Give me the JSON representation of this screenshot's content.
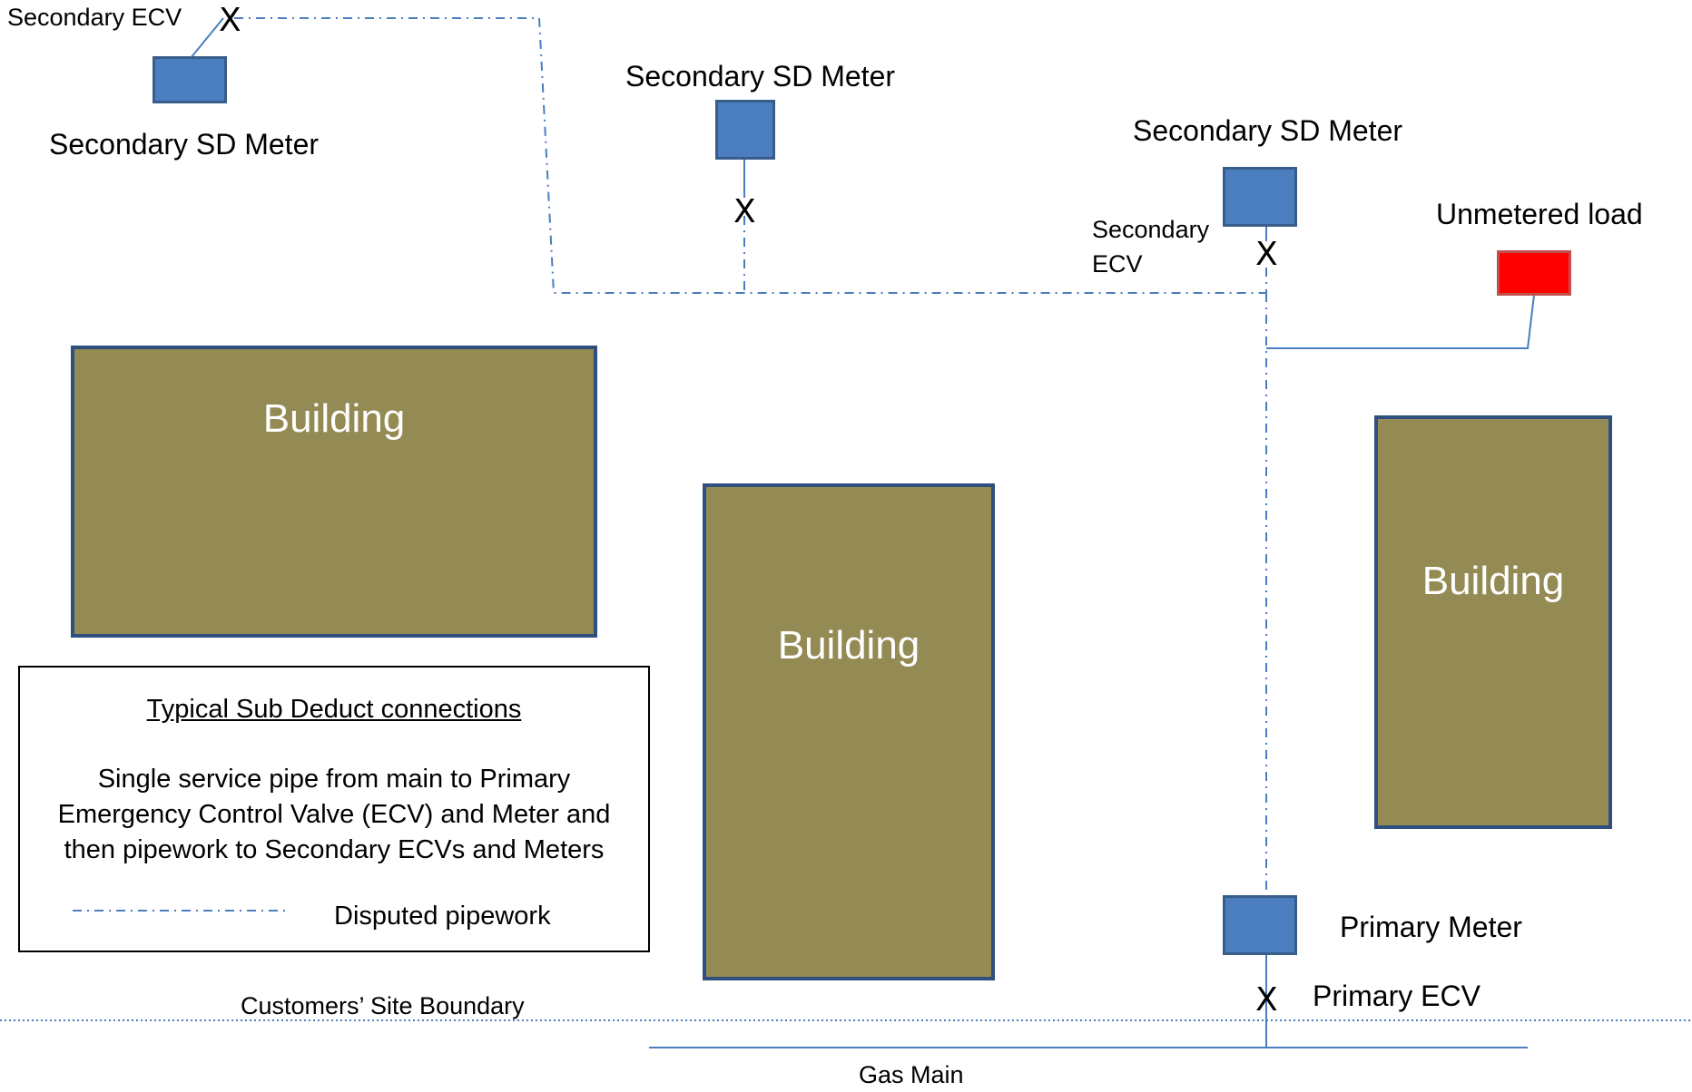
{
  "diagram": {
    "labels": {
      "top_left_ecv": "Secondary ECV",
      "top_left_meter": "Secondary SD Meter",
      "middle_meter": "Secondary SD Meter",
      "right_meter": "Secondary SD Meter",
      "right_ecv": "Secondary\nECV",
      "unmetered_load": "Unmetered load",
      "primary_meter": "Primary Meter",
      "primary_ecv": "Primary ECV",
      "site_boundary": "Customers’ Site Boundary",
      "gas_main": "Gas Main"
    },
    "buildings": [
      "Building",
      "Building",
      "Building"
    ],
    "valve_symbol": "X",
    "legend": {
      "title": "Typical Sub Deduct connections",
      "description": "Single service pipe from main to Primary Emergency Control Valve (ECV) and Meter and then pipework to Secondary  ECVs and Meters",
      "key_label": "Disputed pipework"
    },
    "colors": {
      "meter_fill": "#4a7ebf",
      "meter_border": "#385d8a",
      "unmetered_fill": "#ff0000",
      "building_fill": "#948a54",
      "building_text": "#ffffff",
      "pipe": "#4a7ebf"
    }
  }
}
